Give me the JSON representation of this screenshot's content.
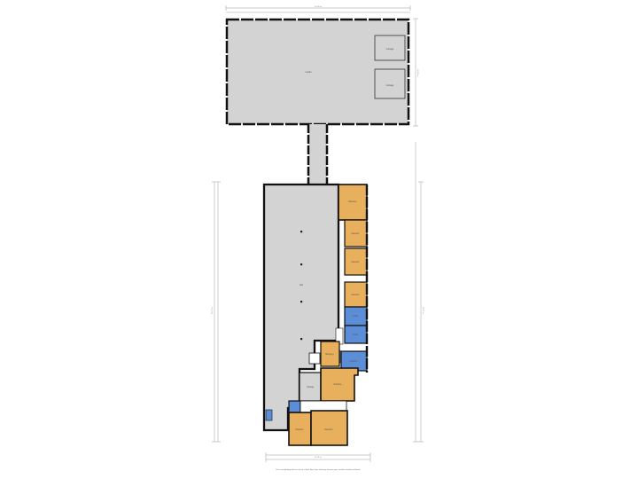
{
  "plan": {
    "colors": {
      "background": "#ffffff",
      "hall": "#d3d3d4",
      "room_orange": "#e8b05c",
      "room_blue": "#5b8ed6",
      "wall": "#111111",
      "dimension_line": "#9a9a9a"
    },
    "labels": {
      "warehouse_top": "Loods",
      "garage_upper": "Garage",
      "garage_lower": "Garage",
      "hall_main": "Hal",
      "office_1": "Kantoor",
      "office_2": "Kantoor",
      "office_3": "Kantoor",
      "office_4": "Kantoor",
      "blue_upper": "Toilet",
      "blue_mid": "Toilet",
      "blue_lower": "Keuken",
      "small_room": "Berging",
      "storage_gray": "Opslag",
      "big_orange": "Kantine",
      "bottom_left_room": "Kantoor",
      "bottom_right_room": "Kantoor"
    },
    "dimensions": {
      "top_width": "49.98 m",
      "right_top": "18.89 m",
      "right_bottom": "66.71 m",
      "left_bottom": "58.73 m",
      "bottom_width": "21.95 m"
    },
    "footer": "Dit is een plattegrond en niet op schaal. Aan deze tekening kunnen geen rechten worden ontleend."
  }
}
